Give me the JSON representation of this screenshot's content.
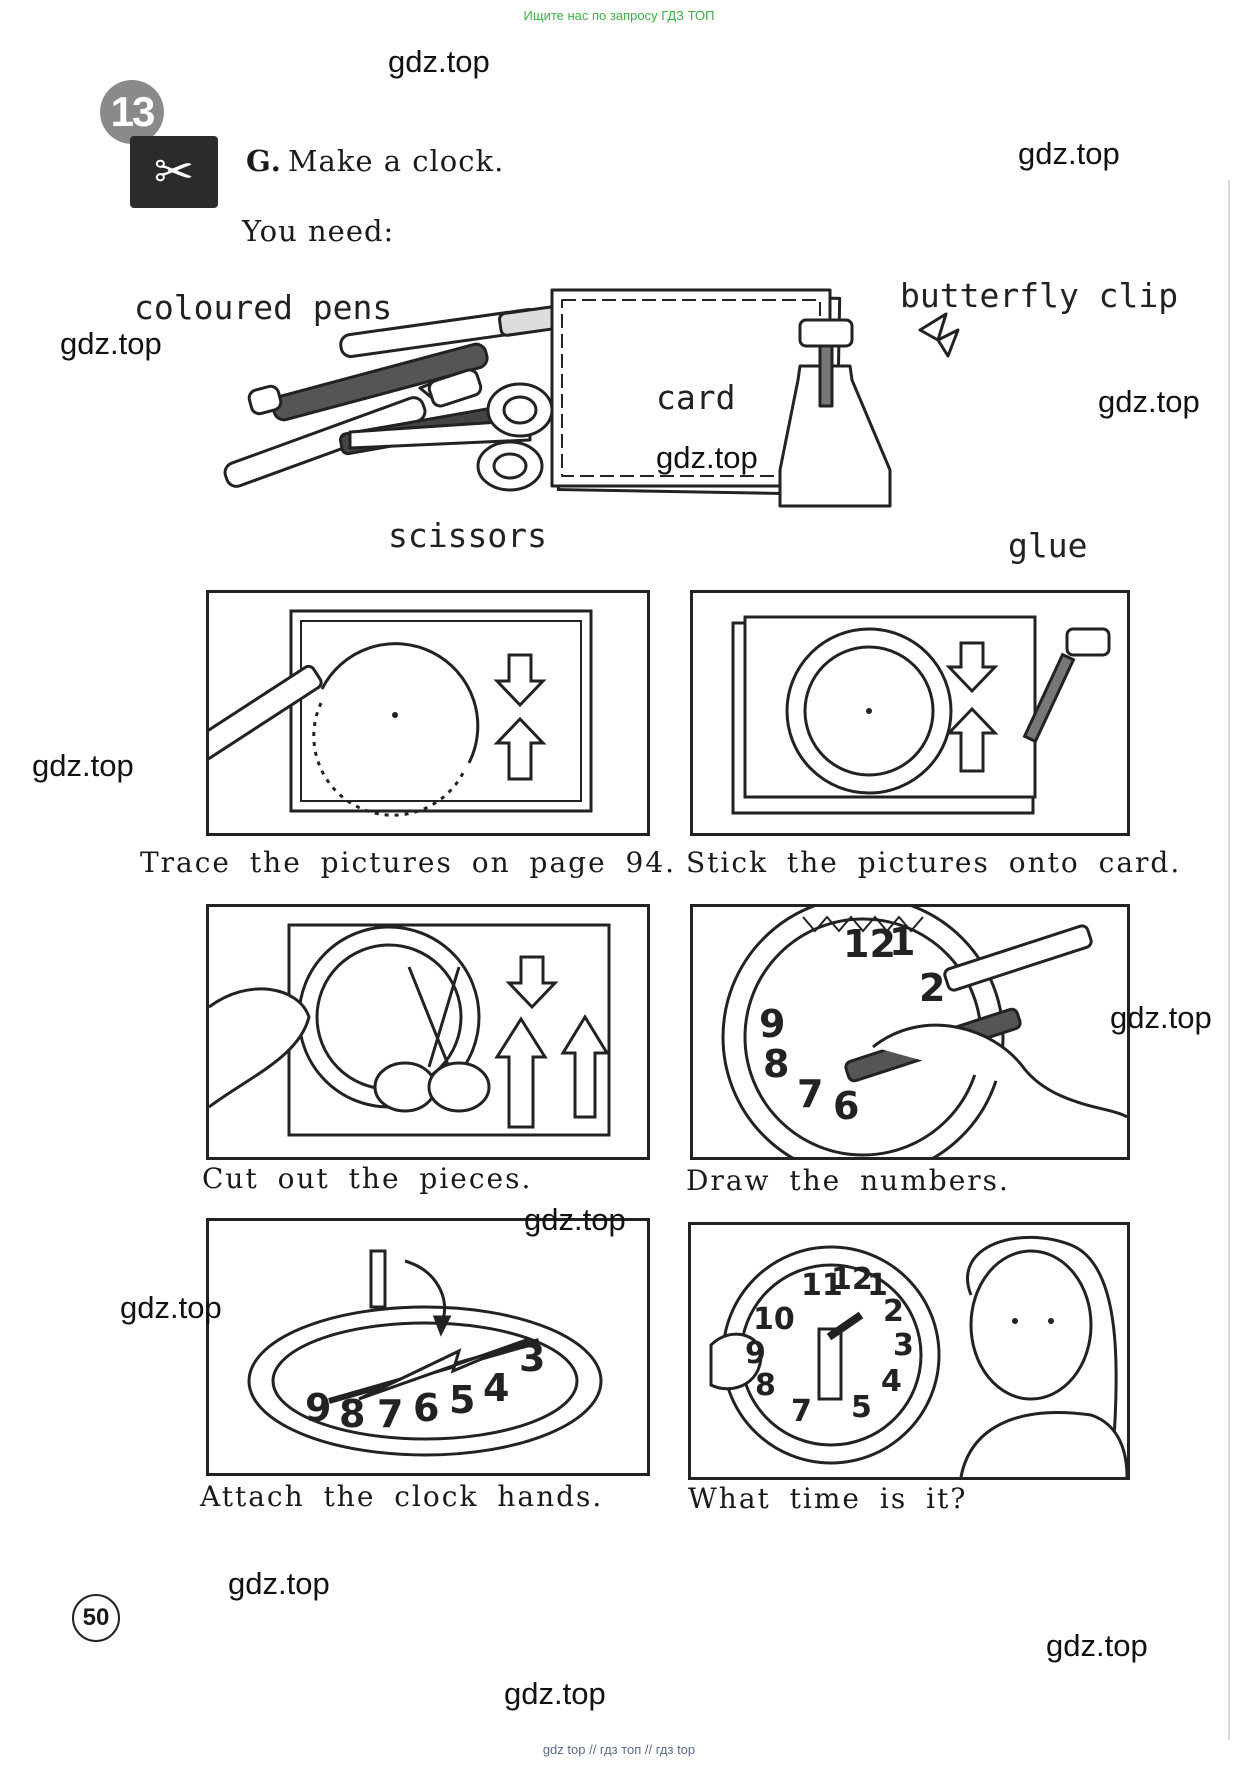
{
  "banner": "Ищите нас по запросу ГДЗ ТОП",
  "unit_number": "13",
  "task": {
    "letter": "G.",
    "text": "Make a clock."
  },
  "you_need": "You need:",
  "materials": {
    "pens": "coloured pens",
    "card": "card",
    "clip": "butterfly clip",
    "scissors": "scissors",
    "glue": "glue"
  },
  "steps": [
    "Trace the pictures on page 94.",
    "Stick the pictures onto card.",
    "Cut out the pieces.",
    "Draw the numbers.",
    "Attach the clock hands.",
    "What time is it?"
  ],
  "page_number": "50",
  "watermark": "gdz.top",
  "footer": "gdz top  //  гдз топ  //  гдз top",
  "icons": [
    "scissors-icon",
    "unit-badge"
  ]
}
